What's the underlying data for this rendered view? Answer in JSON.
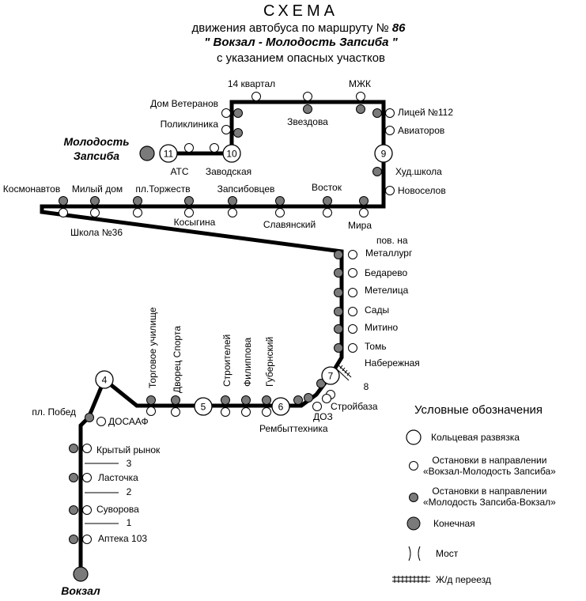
{
  "header": {
    "title": "СХЕМА",
    "line1_prefix": "движения автобуса по маршруту №",
    "route_number": "86",
    "line2": "\" Вокзал  -  Молодость Запсиба \"",
    "line3": "с указанием опасных участков"
  },
  "terminals": {
    "start": "Молодость Запсиба",
    "start_line1": "Молодость",
    "start_line2": "Запсиба",
    "end": "Вокзал"
  },
  "roundabouts": [
    "4",
    "5",
    "6",
    "7",
    "9",
    "10",
    "11"
  ],
  "stops": {
    "atc": "АТС",
    "zavodskaya": "Заводская",
    "poliklinika": "Поликлиника",
    "dom_veteranov": "Дом Ветеранов",
    "kvartal14": "14 квартал",
    "zvezdova": "Звездова",
    "mzhk": "МЖК",
    "licey112": "Лицей №112",
    "aviatorov": "Авиаторов",
    "hud_shkola": "Худ.школа",
    "novoselov": "Новоселов",
    "kosmonavtov": "Космонавтов",
    "milyi_dom": "Милый дом",
    "pl_torzhestv": "пл.Торжеств",
    "zapsibovcev": "Запсибовцев",
    "vostok": "Восток",
    "shkola36": "Школа №36",
    "kosygina": "Косыгина",
    "slavyanskiy": "Славянский",
    "mira": "Мира",
    "pov_metallurg1": "пов. на",
    "pov_metallurg2": "Металлург",
    "badarevo": "Бедарево",
    "metelica": "Метелица",
    "sady": "Сады",
    "mitino": "Митино",
    "tom": "Томь",
    "naberezhnaya": "Набережная",
    "stroybaza": "Стройбаза",
    "doz": "ДОЗ",
    "rembyttehnika": "Рембыттехника",
    "torg_uchilische": "Торговое училище",
    "dvorec_sporta": "Дворец Спорта",
    "stroiteley": "Строителей",
    "filippova": "Филиппова",
    "gubernskiy": "Губернский",
    "pl_pobed": "пл. Побед",
    "dosaaf": "ДОСААФ",
    "krytyi_rynok": "Крытый рынок",
    "lastochka": "Ласточка",
    "suvorova": "Суворова",
    "apteka103": "Аптека 103"
  },
  "danger_marks": [
    "1",
    "2",
    "3",
    "8"
  ],
  "legend": {
    "title": "Условные обозначения",
    "items": [
      {
        "label": "Кольцевая развязка",
        "icon": "roundabout-circle"
      },
      {
        "label": "Остановки в направлении\n«Вокзал-Молодость Запсиба»",
        "icon": "stop-open-circle"
      },
      {
        "label": "Остановки в направлении\n«Молодость Запсиба-Вокзал»",
        "icon": "stop-filled-circle"
      },
      {
        "label": "Конечная",
        "icon": "terminal-circle"
      },
      {
        "label": "Мост",
        "icon": "bridge-symbol"
      },
      {
        "label": "Ж/д переезд",
        "icon": "railway-crossing-symbol"
      }
    ]
  },
  "colors": {
    "route": "#000000",
    "stop_filled": "#7a7a7a",
    "stop_open": "#ffffff",
    "background": "#ffffff"
  }
}
